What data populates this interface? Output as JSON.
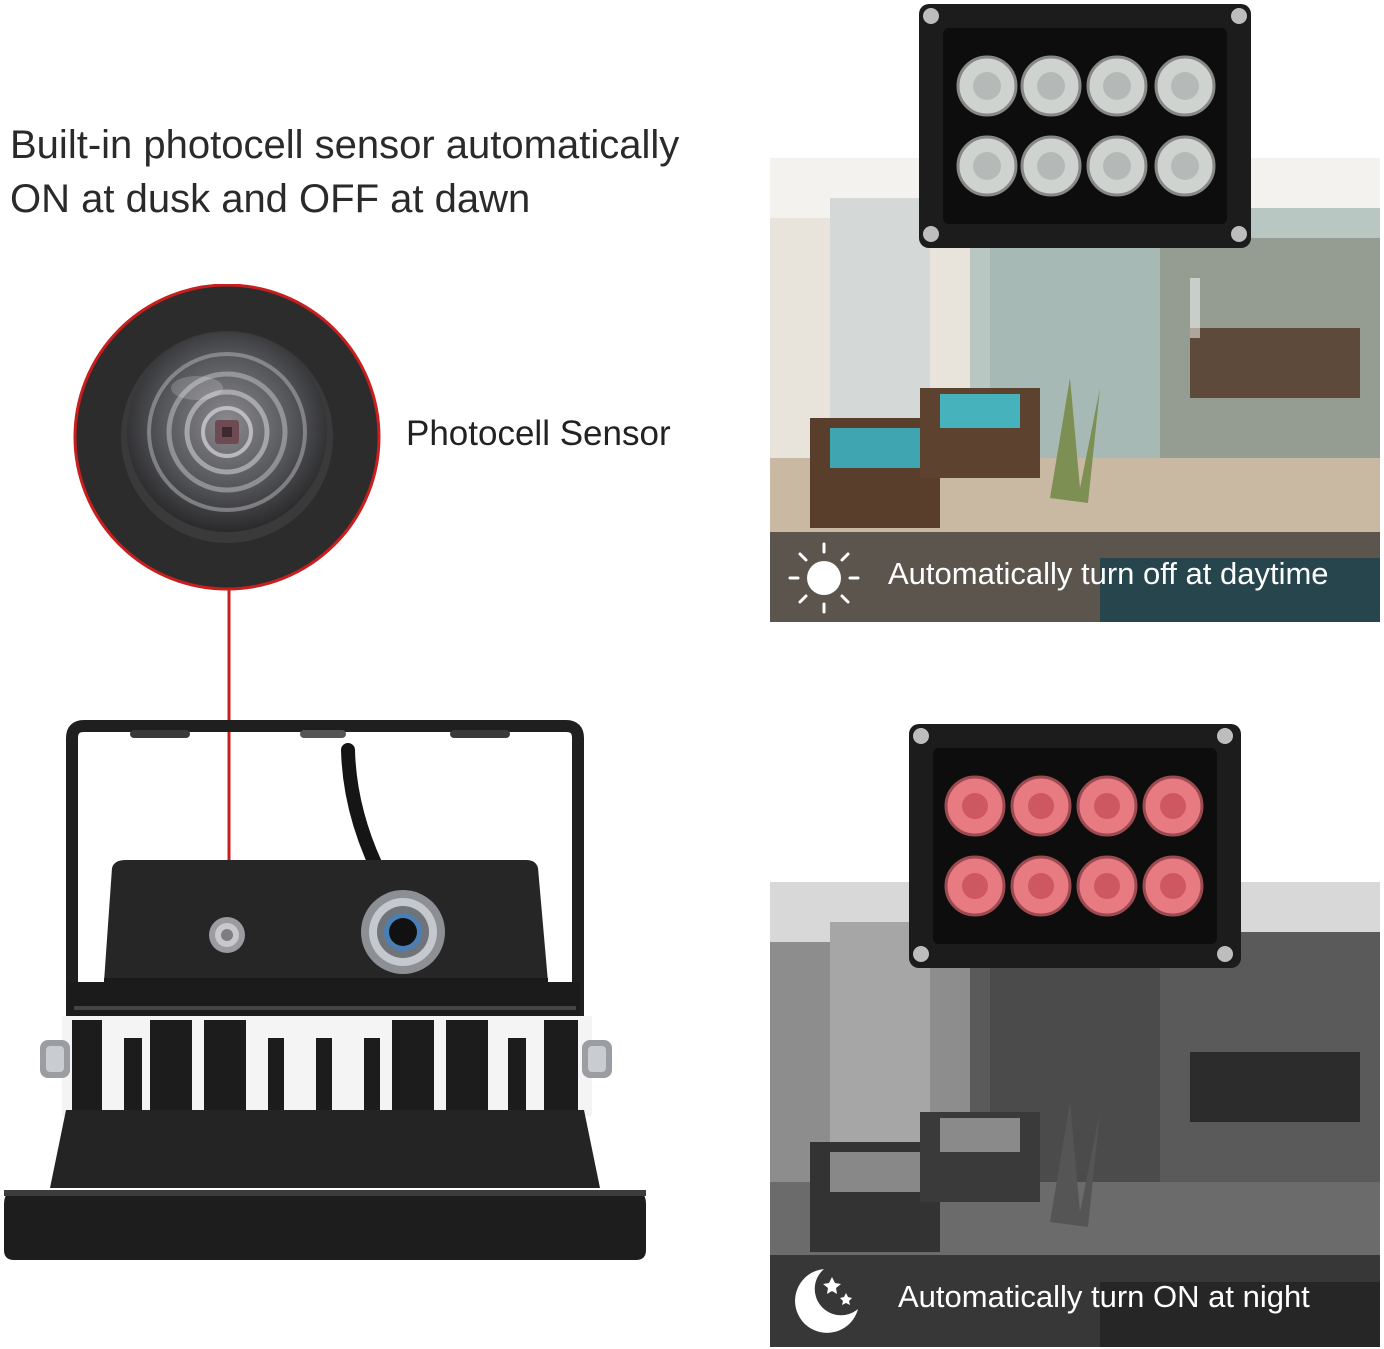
{
  "headline": {
    "line1": "Built-in photocell sensor automatically",
    "line2": "ON at dusk and OFF at dawn"
  },
  "sensor_label": "Photocell Sensor",
  "day_panel": {
    "caption": "Automatically turn off at daytime",
    "icon": "sun-icon",
    "led_color": "#cfd3d0"
  },
  "night_panel": {
    "caption": "Automatically turn ON at night",
    "icon": "moon-stars-icon",
    "led_color": "#e87a82"
  },
  "colors": {
    "accent_red": "#c81e1e",
    "device_black": "#1c1c1c",
    "headline_text": "#2a2a2a"
  }
}
